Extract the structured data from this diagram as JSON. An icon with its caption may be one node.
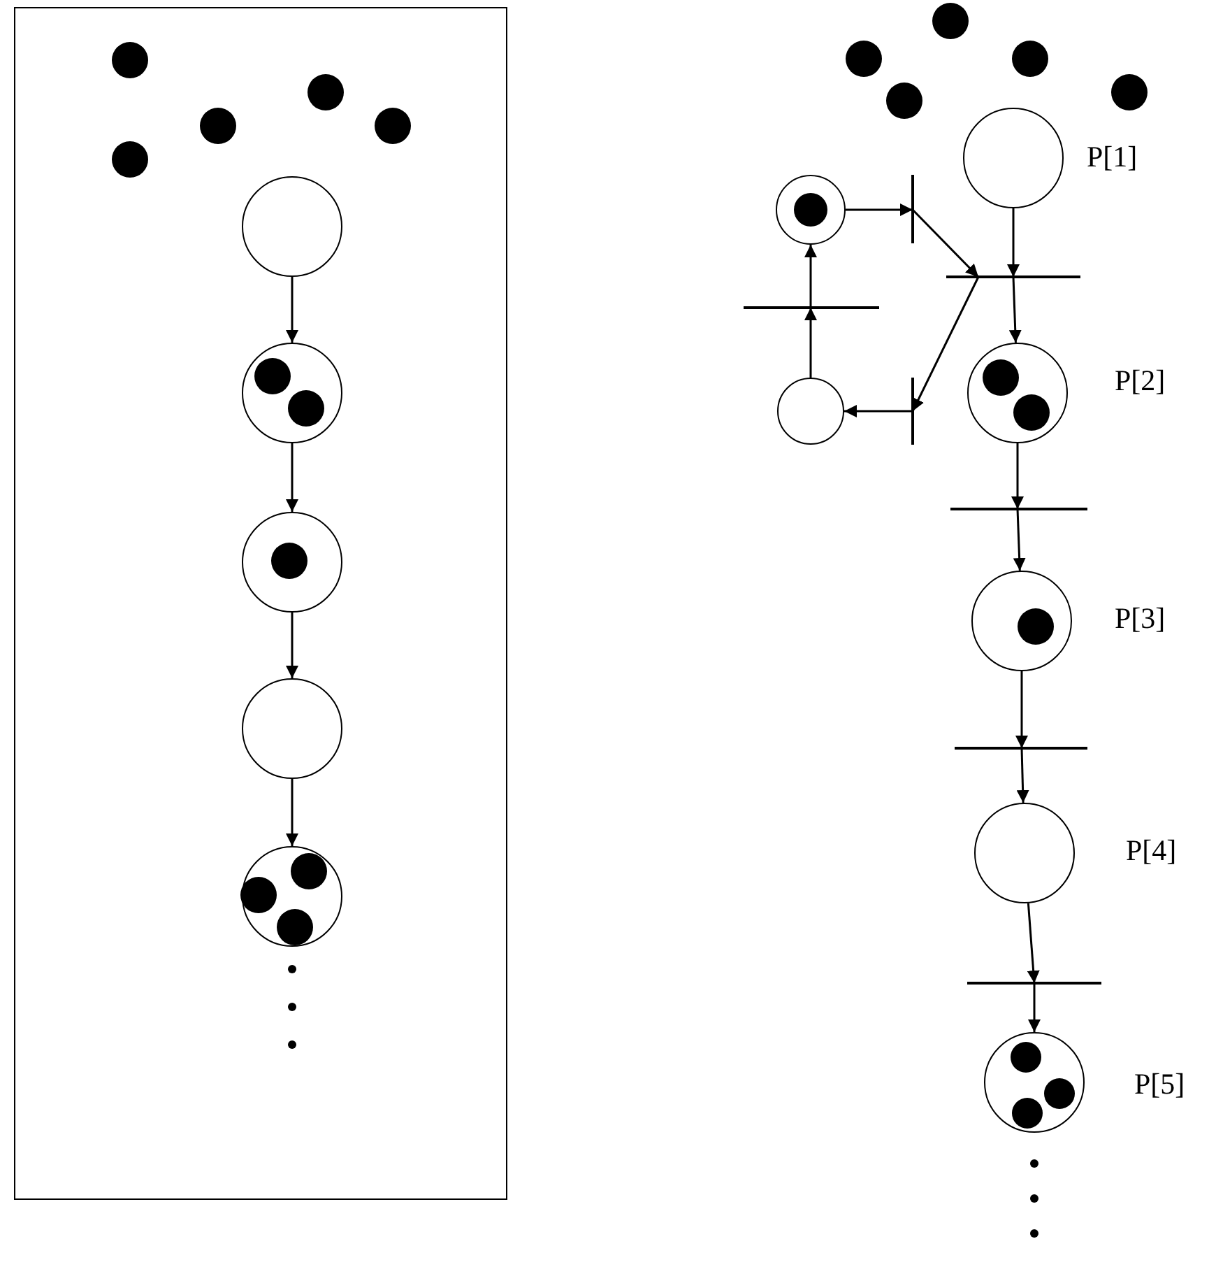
{
  "diagram": {
    "nodes": [
      {
        "text": [],
        "shape": "box"
      },
      {
        "text": [],
        "shape": "dot",
        "in": 0
      },
      {
        "text": [],
        "shape": "dot",
        "in": 0
      },
      {
        "text": [],
        "shape": "dot",
        "in": 0
      },
      {
        "text": [],
        "shape": "dot",
        "in": 0
      },
      {
        "text": [],
        "shape": "dot",
        "in": 0
      },
      {
        "text": [],
        "shape": "circle",
        "in": 0
      },
      {
        "text": [],
        "shape": "circle",
        "in": 0
      },
      {
        "text": [],
        "shape": "dot",
        "in": 7
      },
      {
        "text": [],
        "shape": "dot",
        "in": 7
      },
      {
        "text": [],
        "shape": "circle",
        "in": 0
      },
      {
        "text": [],
        "shape": "dot",
        "in": 10
      },
      {
        "text": [],
        "shape": "circle",
        "in": 0
      },
      {
        "text": [],
        "shape": "circle",
        "in": 0
      },
      {
        "text": [],
        "shape": "dot",
        "in": 13
      },
      {
        "text": [],
        "shape": "dot",
        "in": 13
      },
      {
        "text": [],
        "shape": "dot",
        "in": 13
      },
      {
        "text": [],
        "shape": "dot",
        "in": 0
      },
      {
        "text": [],
        "shape": "dot",
        "in": 0
      },
      {
        "text": [],
        "shape": "dot",
        "in": 0
      },
      {
        "text": [],
        "shape": "dot"
      },
      {
        "text": [],
        "shape": "dot"
      },
      {
        "text": [],
        "shape": "dot"
      },
      {
        "text": [],
        "shape": "dot"
      },
      {
        "text": [],
        "shape": "dot"
      },
      {
        "text": [],
        "shape": "circle",
        "beside": [
          "P[1]"
        ]
      },
      {
        "text": [],
        "shape": "circle"
      },
      {
        "text": [],
        "shape": "dot",
        "in": 26
      },
      {
        "text": [],
        "shape": "bar"
      },
      {
        "text": [],
        "shape": "bar"
      },
      {
        "text": [],
        "shape": "bar"
      },
      {
        "text": [],
        "shape": "circle"
      },
      {
        "text": [],
        "shape": "bar"
      },
      {
        "text": [],
        "shape": "circle",
        "beside": [
          "P[2]"
        ]
      },
      {
        "text": [],
        "shape": "dot",
        "in": 33
      },
      {
        "text": [],
        "shape": "dot",
        "in": 33
      },
      {
        "text": [],
        "shape": "bar"
      },
      {
        "text": [],
        "shape": "circle",
        "beside": [
          "P[3]"
        ]
      },
      {
        "text": [],
        "shape": "dot",
        "in": 37
      },
      {
        "text": [],
        "shape": "bar"
      },
      {
        "text": [],
        "shape": "circle",
        "beside": [
          "P[4]"
        ]
      },
      {
        "text": [],
        "shape": "bar"
      },
      {
        "text": [],
        "shape": "circle",
        "beside": [
          "P[5]"
        ]
      },
      {
        "text": [],
        "shape": "dot",
        "in": 42
      },
      {
        "text": [],
        "shape": "dot",
        "in": 42
      },
      {
        "text": [],
        "shape": "dot",
        "in": 42
      },
      {
        "text": [],
        "shape": "dot"
      },
      {
        "text": [],
        "shape": "dot"
      },
      {
        "text": [],
        "shape": "dot"
      }
    ],
    "edges": [
      {
        "from": 6,
        "to": 7,
        "arrow": "to"
      },
      {
        "from": 7,
        "to": 10,
        "arrow": "to"
      },
      {
        "from": 10,
        "to": 12,
        "arrow": "to"
      },
      {
        "from": 12,
        "to": 13,
        "arrow": "to"
      },
      {
        "from": 26,
        "to": 28,
        "arrow": "to"
      },
      {
        "from": 28,
        "to": 29,
        "arrow": "to"
      },
      {
        "from": 25,
        "to": 29,
        "arrow": "to"
      },
      {
        "from": 29,
        "to": 33,
        "arrow": "to"
      },
      {
        "from": 29,
        "to": 30,
        "arrow": "to"
      },
      {
        "from": 30,
        "to": 31,
        "arrow": "to"
      },
      {
        "from": 31,
        "to": 32,
        "arrow": "to"
      },
      {
        "from": 32,
        "to": 26,
        "arrow": "to"
      },
      {
        "from": 33,
        "to": 36,
        "arrow": "to"
      },
      {
        "from": 36,
        "to": 37,
        "arrow": "to"
      },
      {
        "from": 37,
        "to": 39,
        "arrow": "to"
      },
      {
        "from": 39,
        "to": 40,
        "arrow": "to"
      },
      {
        "from": 40,
        "to": 41,
        "arrow": "to"
      },
      {
        "from": 41,
        "to": 42,
        "arrow": "to"
      }
    ]
  }
}
